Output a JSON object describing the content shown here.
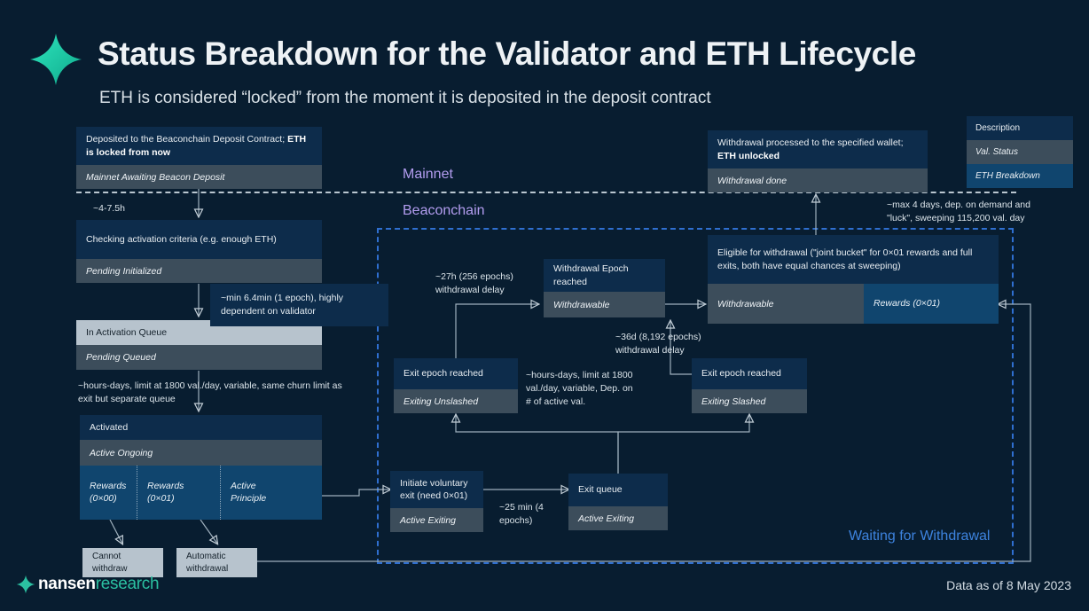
{
  "header": {
    "title": "Status Breakdown for the Validator and ETH Lifecycle",
    "subtitle": "ETH is considered “locked” from the moment it is deposited in the deposit contract",
    "logo_icon": "nansen-diamond-icon"
  },
  "legend": {
    "description": "Description",
    "val_status": "Val. Status",
    "eth_breakdown": "ETH Breakdown"
  },
  "zones": {
    "mainnet": "Mainnet",
    "beaconchain": "Beaconchain",
    "waiting_for_withdrawal": "Waiting for Withdrawal"
  },
  "nodes": {
    "deposited": {
      "desc_plain": "Deposited to the Beaconchain Deposit Contract; ",
      "desc_bold": "ETH is locked from now",
      "status": "Mainnet Awaiting Beacon Deposit"
    },
    "checking": {
      "desc": "Checking activation criteria (e.g. enough ETH)",
      "status": "Pending Initialized"
    },
    "activation_queue": {
      "desc": "In Activation Queue",
      "status": "Pending Queued"
    },
    "activated": {
      "desc": "Activated",
      "status": "Active Ongoing",
      "eth": [
        "Rewards\n(0×00)",
        "Rewards (0×01)",
        "Active\nPrinciple"
      ]
    },
    "cannot_withdraw": {
      "label": "Cannot\nwithdraw"
    },
    "automatic_withdrawal": {
      "label": "Automatic\nwithdrawal"
    },
    "initiate_exit": {
      "desc": "Initiate voluntary exit (need 0×01)",
      "status": "Active Exiting"
    },
    "exit_queue": {
      "desc": "Exit queue",
      "status": "Active Exiting"
    },
    "exit_epoch_unslashed": {
      "desc": "Exit epoch reached",
      "status": "Exiting Unslashed"
    },
    "exit_epoch_slashed": {
      "desc": "Exit epoch reached",
      "status": "Exiting Slashed"
    },
    "withdrawal_epoch": {
      "desc": "Withdrawal Epoch reached",
      "status": "Withdrawable"
    },
    "eligible_withdrawal": {
      "desc": "Eligible for withdrawal (\"joint bucket\" for 0×01 rewards and full exits, both have equal chances at sweeping)",
      "status": "Withdrawable",
      "eth": "Rewards (0×01)"
    },
    "withdrawal_done": {
      "desc_plain": "Withdrawal processed to the specified wallet; ",
      "desc_bold": "ETH unlocked",
      "status": "Withdrawal done"
    }
  },
  "annotations": {
    "deposit_delay": "~4-7.5h",
    "epoch_note": "~min 6.4min (1 epoch), highly dependent on validator",
    "queue_note": "~hours-days, limit at 1800 val./day, variable, same churn limit as exit but separate queue",
    "withdrawal_delay_256": "~27h (256 epochs) withdrawal delay",
    "withdrawal_delay_8192": "~36d (8,192 epochs) withdrawal delay",
    "exit_churn": "~hours-days, limit at 1800 val./day, variable, Dep. on # of active val.",
    "exit_epoch_delay": "~25 min (4 epochs)",
    "sweep_note": "~max 4 days, dep. on demand and \"luck\", sweeping 115,200 val. day"
  },
  "footer": {
    "brand_primary": "nansen",
    "brand_secondary": "research",
    "date": "Data as of 8 May 2023",
    "logo_icon": "nansen-diamond-icon"
  },
  "colors": {
    "background": "#081d30",
    "description": "#0d2c4b",
    "val_status": "#3c4d5b",
    "eth_breakdown": "#10456e",
    "light_box": "#b7c3cd",
    "zone_purple": "#b39df0",
    "zone_blue": "#3d83de",
    "brand_teal": "#2bbfa0"
  }
}
